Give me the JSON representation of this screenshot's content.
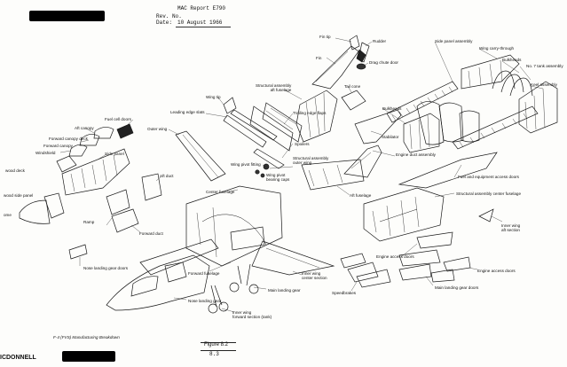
{
  "header": {
    "report": "MAC Report E790",
    "rev": "Rev. No.",
    "date_label": "Date:",
    "date": "10 August 1966"
  },
  "labels": {
    "fin_tip": "Fin tip",
    "rudder": "Rudder",
    "side_panel_assembly": "Side panel assembly",
    "wing_carry_through": "Wing carry-through",
    "bulkheads_top": "Bulkheads",
    "no7_tank": "No. 7 tank assembly",
    "keel_assembly": "Keel assembly",
    "fin": "Fin",
    "drag_chute_door": "Drag chute door",
    "struct_aft_fuselage": "Structural assembly\naft fuselage",
    "tail_cone": "Tail cone",
    "wing_tip": "Wing tip",
    "leading_edge_slats": "Leading edge slats",
    "trailing_edge_flaps": "Trailing edge flaps",
    "bulkheads_mid": "Bulkheads",
    "fuel_cell_doors": "Fuel cell doors",
    "aft_canopy": "Aft canopy",
    "outer_wing": "Outer wing",
    "forward_canopy_deck": "Forward canopy deck",
    "forward_canopy": "Forward canopy",
    "windshield": "Windshield",
    "stabilator": "Stabilator",
    "spoilers": "Spoilers",
    "struct_outer_wing": "Structural assembly\nouter wing",
    "wing_pivot_fitting": "Wing pivot fitting",
    "wing_pivot_bearing_caps": "Wing pivot\nbearing caps",
    "engine_duct_assembly": "Engine duct assembly",
    "side_panel": "Side panel",
    "wood_deck": "wood deck",
    "aft_duct": "Aft duct",
    "fuel_equipment_doors": "Fuel and equipment access doors",
    "wood_side_panel": "wood side panel",
    "center_fuselage": "Center fuselage",
    "aft_fuselage": "Aft fuselage",
    "struct_center_fuselage": "Structural assembly center fuselage",
    "ome": "ome",
    "ramp": "Ramp",
    "forward_duct": "Forward duct",
    "inner_wing_aft": "Inner wing\naft section",
    "nose_landing_gear_doors": "Nose landing gear doors",
    "engine_access_doors_1": "Engine access doors",
    "engine_access_doors_2": "Engine access doors",
    "forward_fuselage": "Forward fuselage",
    "inner_wing_center": "Inner wing\ncenter section",
    "main_landing_gear": "Main landing gear",
    "speedbrakes": "Speedbrakes",
    "main_landing_gear_doors": "Main landing gear doors",
    "nose_landing_gear": "Nose landing gear",
    "inner_wing_forward": "Inner wing\nforward section (tank)"
  },
  "caption": "F-4 (FVS) Manufacturing Breakdown",
  "figure": {
    "label": "Figure 8.2",
    "page": "8.3"
  },
  "footer": {
    "company_fragment": "ICDONNELL"
  }
}
